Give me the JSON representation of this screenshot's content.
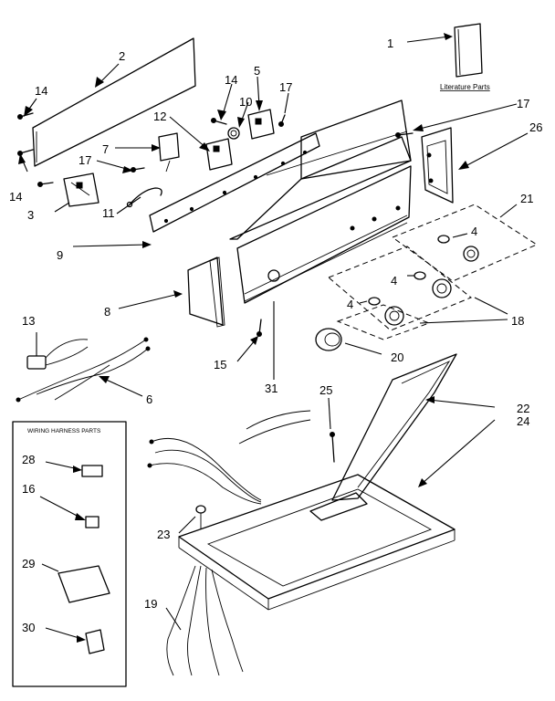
{
  "literature_label": "Literature Parts",
  "wiring_box_title": "WIRING HARNESS PARTS",
  "callouts": {
    "c1": "1",
    "c2": "2",
    "c3": "3",
    "c4a": "4",
    "c4b": "4",
    "c4c": "4",
    "c5": "5",
    "c6": "6",
    "c7": "7",
    "c8": "8",
    "c9": "9",
    "c10": "10",
    "c11": "11",
    "c12": "12",
    "c13": "13",
    "c14a": "14",
    "c14b": "14",
    "c14c": "14",
    "c15": "15",
    "c16": "16",
    "c17a": "17",
    "c17b": "17",
    "c17c": "17",
    "c18": "18",
    "c19": "19",
    "c20": "20",
    "c21": "21",
    "c22": "22",
    "c23": "23",
    "c24": "24",
    "c25": "25",
    "c26": "26",
    "c28": "28",
    "c29": "29",
    "c30": "30",
    "c31": "31"
  }
}
